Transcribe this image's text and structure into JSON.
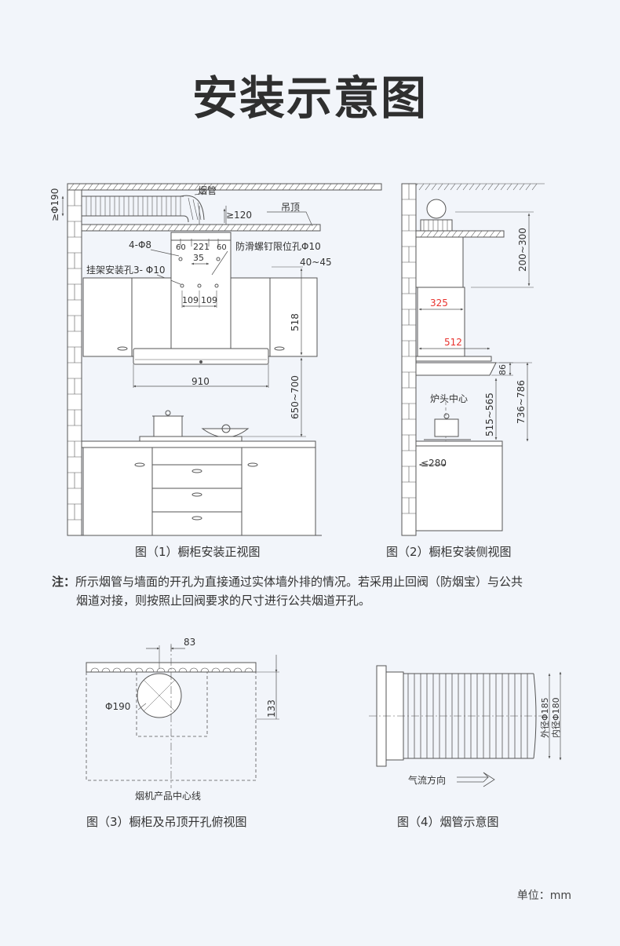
{
  "title": "安装示意图",
  "fig1": {
    "caption": "图（1）橱柜安装正视图",
    "labels": {
      "flue_pipe": "烟管",
      "ceiling": "吊顶",
      "phi190": "≥Φ190",
      "ge120": "≥120",
      "holes_4": "4-Φ8",
      "d60a": "60",
      "d221": "221",
      "d60b": "60",
      "anti_slip": "防滑螺钉限位孔Φ10",
      "d35": "35",
      "d40_45": "40~45",
      "hanger": "挂架安装孔3- Φ10",
      "d109a": "109",
      "d109b": "109",
      "d518": "518",
      "d910": "910",
      "d650_700": "650~700"
    }
  },
  "fig2": {
    "caption": "图（2）橱柜安装侧视图",
    "labels": {
      "d200_300": "200~300",
      "d325": "325",
      "d512": "512",
      "d86": "86",
      "d736_786": "736~786",
      "burner_center": "炉头中心",
      "d515_565": "515~565",
      "le280": "≤280"
    }
  },
  "note": {
    "label": "注：",
    "line1": "所示烟管与墙面的开孔为直接通过实体墙外排的情况。若采用止回阀（防烟宝）与公共",
    "line2": "烟道对接，则按照止回阀要求的尺寸进行公共烟道开孔。"
  },
  "fig3": {
    "caption": "图（3）橱柜及吊顶开孔俯视图",
    "labels": {
      "d83": "83",
      "phi190": "Φ190",
      "d133": "133",
      "center_line": "烟机产品中心线"
    }
  },
  "fig4": {
    "caption": "图（4）烟管示意图",
    "labels": {
      "outer": "外径Φ185",
      "inner": "内径Φ180",
      "airflow": "气流方向"
    }
  },
  "unit": "单位：mm",
  "colors": {
    "line": "#555555",
    "red_label": "#e8312c",
    "background": "#f2f5fa"
  }
}
